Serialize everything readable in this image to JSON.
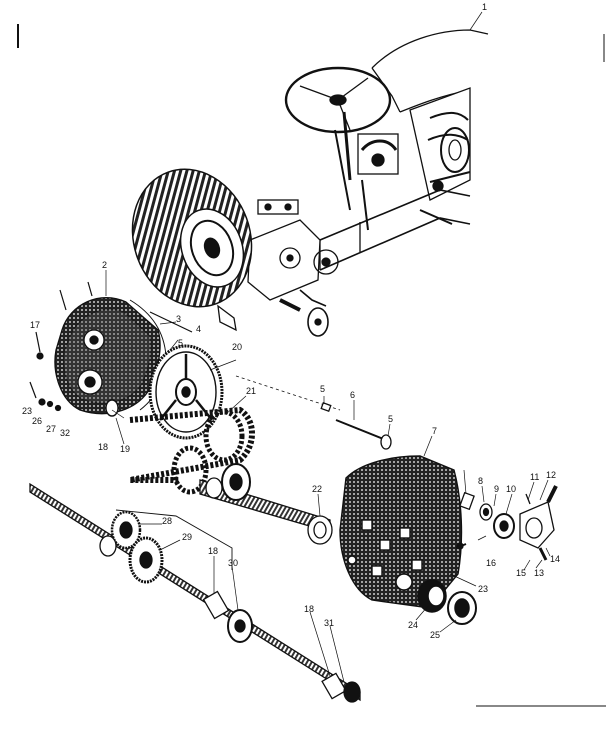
{
  "diagram": {
    "callouts": [
      {
        "id": "c1",
        "text": "1"
      },
      {
        "id": "c2",
        "text": "2"
      },
      {
        "id": "c3",
        "text": "3"
      },
      {
        "id": "c4",
        "text": "4"
      },
      {
        "id": "c5a",
        "text": "5"
      },
      {
        "id": "c5b",
        "text": "5"
      },
      {
        "id": "c5c",
        "text": "5"
      },
      {
        "id": "c6",
        "text": "6"
      },
      {
        "id": "c7",
        "text": "7"
      },
      {
        "id": "c8",
        "text": "8"
      },
      {
        "id": "c9",
        "text": "9"
      },
      {
        "id": "c10",
        "text": "10"
      },
      {
        "id": "c11",
        "text": "11"
      },
      {
        "id": "c12",
        "text": "12"
      },
      {
        "id": "c13",
        "text": "13"
      },
      {
        "id": "c14",
        "text": "14"
      },
      {
        "id": "c15",
        "text": "15"
      },
      {
        "id": "c16",
        "text": "16"
      },
      {
        "id": "c17",
        "text": "17"
      },
      {
        "id": "c18a",
        "text": "18"
      },
      {
        "id": "c18b",
        "text": "18"
      },
      {
        "id": "c18c",
        "text": "18"
      },
      {
        "id": "c19",
        "text": "19"
      },
      {
        "id": "c20",
        "text": "20"
      },
      {
        "id": "c21",
        "text": "21"
      },
      {
        "id": "c22",
        "text": "22"
      },
      {
        "id": "c23a",
        "text": "23"
      },
      {
        "id": "c23b",
        "text": "23"
      },
      {
        "id": "c24",
        "text": "24"
      },
      {
        "id": "c25",
        "text": "25"
      },
      {
        "id": "c26",
        "text": "26"
      },
      {
        "id": "c27",
        "text": "27"
      },
      {
        "id": "c28",
        "text": "28"
      },
      {
        "id": "c29",
        "text": "29"
      },
      {
        "id": "c30",
        "text": "30"
      },
      {
        "id": "c31",
        "text": "31"
      },
      {
        "id": "c32",
        "text": "32"
      }
    ]
  }
}
